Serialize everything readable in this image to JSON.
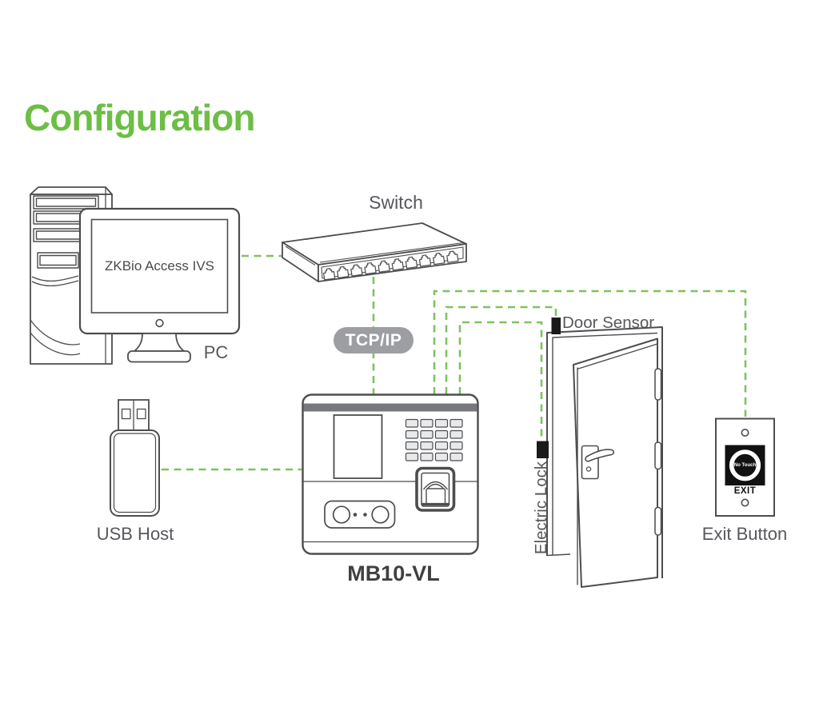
{
  "page": {
    "title": "Configuration"
  },
  "colors": {
    "title_green": "#6CBE45",
    "wire_green": "#7CC360",
    "line_gray": "#4D4D4F",
    "badge_bg": "#9C9EA1",
    "badge_text": "#FFFFFF",
    "marker_black": "#1A1A1A"
  },
  "nodes": {
    "pc": {
      "label": "PC",
      "screen_text": "ZKBio Access IVS"
    },
    "switch": {
      "label": "Switch"
    },
    "protocol": {
      "label": "TCP/IP"
    },
    "usb_host": {
      "label": "USB Host"
    },
    "mb10": {
      "label": "MB10-VL"
    },
    "door_sensor": {
      "label": "Door Sensor"
    },
    "electric_lock": {
      "label": "Electric Lock"
    },
    "exit_button": {
      "label": "Exit Button",
      "face_text": "No Touch",
      "exit_text": "EXIT"
    }
  }
}
